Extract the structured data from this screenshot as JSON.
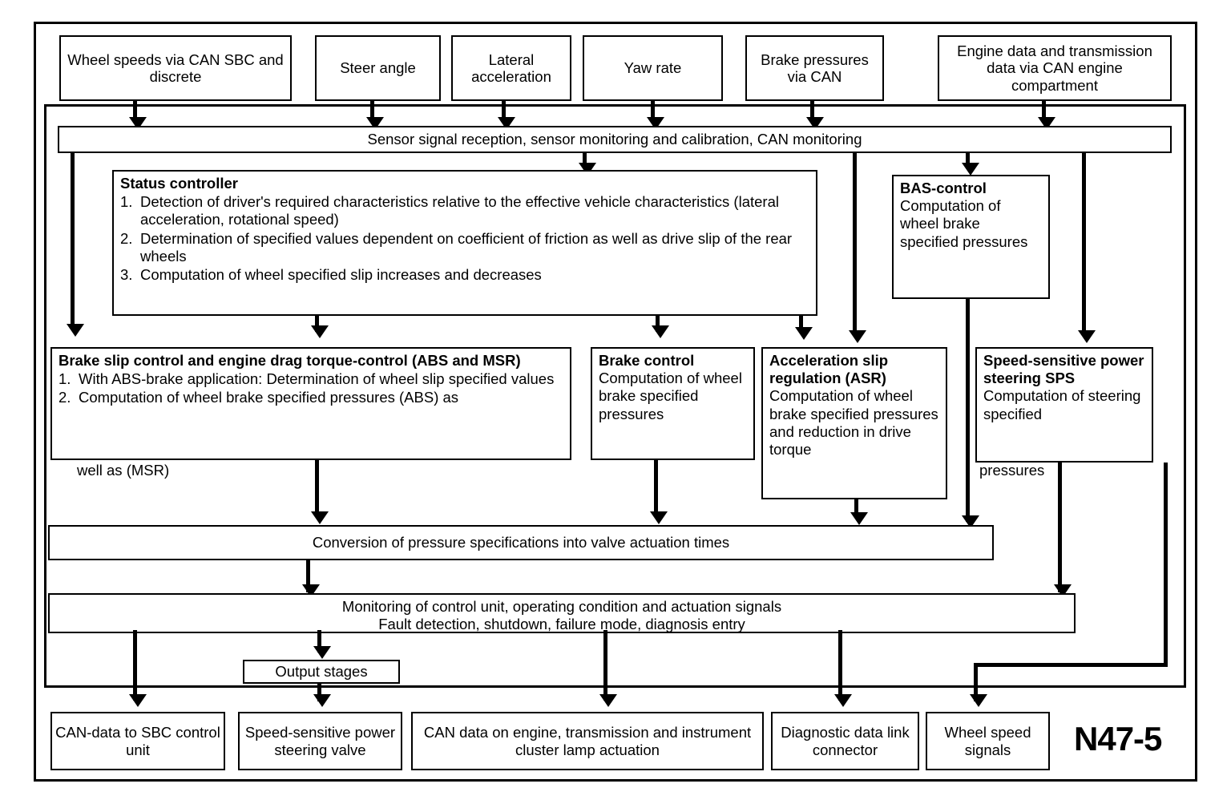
{
  "diagram": {
    "code_label": "N47-5",
    "inputs": [
      {
        "id": "wheel-speeds",
        "label": "Wheel speeds via CAN SBC and discrete"
      },
      {
        "id": "steer-angle",
        "label": "Steer angle"
      },
      {
        "id": "lateral-accel",
        "label": "Lateral acceleration"
      },
      {
        "id": "yaw-rate",
        "label": "Yaw rate"
      },
      {
        "id": "brake-pressures",
        "label": "Brake pressures via CAN"
      },
      {
        "id": "engine-data",
        "label": "Engine data and transmission data via CAN engine compartment"
      }
    ],
    "sensor_bar": {
      "label": "Sensor signal reception, sensor monitoring and calibration, CAN monitoring"
    },
    "status_controller": {
      "title": "Status controller",
      "items": [
        {
          "n": "1.",
          "text": "Detection of driver's required characteristics relative to the effective vehicle characteristics (lateral acceleration, rotational speed)"
        },
        {
          "n": "2.",
          "text": "Determination of specified values dependent on coefficient of friction as well as drive slip of the rear wheels"
        },
        {
          "n": "3.",
          "text": "Computation of wheel specified slip increases and decreases"
        }
      ]
    },
    "bas_control": {
      "title": "BAS-control",
      "body": "Computation of wheel brake specified pressures"
    },
    "brake_slip": {
      "title": "Brake slip control and engine drag torque-control (ABS and MSR)",
      "items": [
        {
          "n": "1.",
          "text": "With ABS-brake application: Determination of wheel slip specified values"
        },
        {
          "n": "2.",
          "text": "Computation of wheel brake specified pressures (ABS) as"
        }
      ],
      "overflow": "well as (MSR)"
    },
    "brake_control": {
      "title": "Brake control",
      "body": "Computation of wheel brake specified pressures"
    },
    "asr": {
      "title": "Acceleration slip regulation (ASR)",
      "body": "Computation of wheel brake specified pressures and reduction in drive torque"
    },
    "sps": {
      "title": "Speed-sensitive power steering SPS",
      "body": "Computation of steering specified",
      "overflow": "pressures"
    },
    "conversion_bar": {
      "label": "Conversion of pressure specifications into valve actuation times"
    },
    "monitoring_bar": {
      "line1": "Monitoring of control unit, operating condition and actuation signals",
      "line2": "Fault detection, shutdown, failure mode, diagnosis entry"
    },
    "output_stages": {
      "label": "Output stages"
    },
    "outputs": [
      {
        "id": "can-data-sbc",
        "label": "CAN-data to SBC control unit"
      },
      {
        "id": "sps-valve",
        "label": "Speed-sensitive power steering valve"
      },
      {
        "id": "can-data-engine",
        "label": "CAN data on engine, transmission and instrument cluster lamp actuation"
      },
      {
        "id": "diagnostic-connector",
        "label": "Diagnostic data link connector"
      },
      {
        "id": "wheel-speed-signals",
        "label": "Wheel speed signals"
      }
    ]
  }
}
